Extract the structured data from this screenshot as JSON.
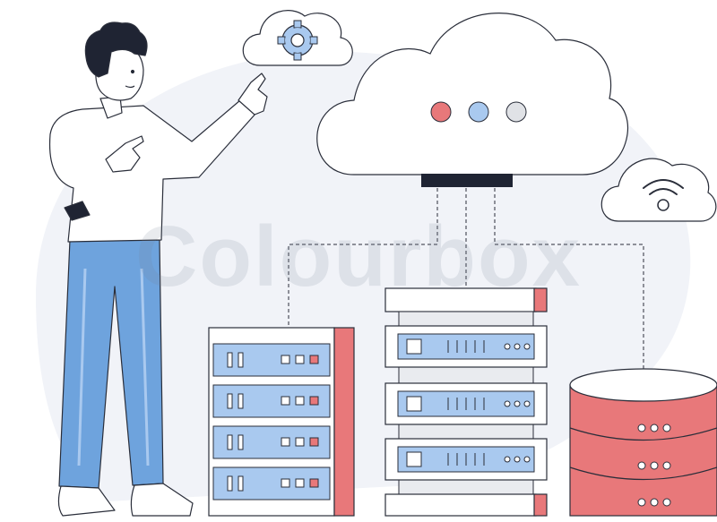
{
  "watermark": {
    "text": "Colourbox"
  },
  "illustration": {
    "subject": "person-presenting-cloud-servers",
    "colors": {
      "outline": "#2a2e3a",
      "background_blob": "#f1f3f8",
      "accent_blue": "#6ea3dd",
      "accent_blue_light": "#a9c9ef",
      "accent_red": "#e8787a",
      "panel_fill": "#e9ebef",
      "hair": "#1f2433",
      "white": "#ffffff"
    },
    "icons": {
      "small_cloud_left": "gear-icon",
      "small_cloud_right": "wifi-icon",
      "main_cloud_dots": [
        "red-dot",
        "blue-dot",
        "gray-dot"
      ]
    }
  }
}
